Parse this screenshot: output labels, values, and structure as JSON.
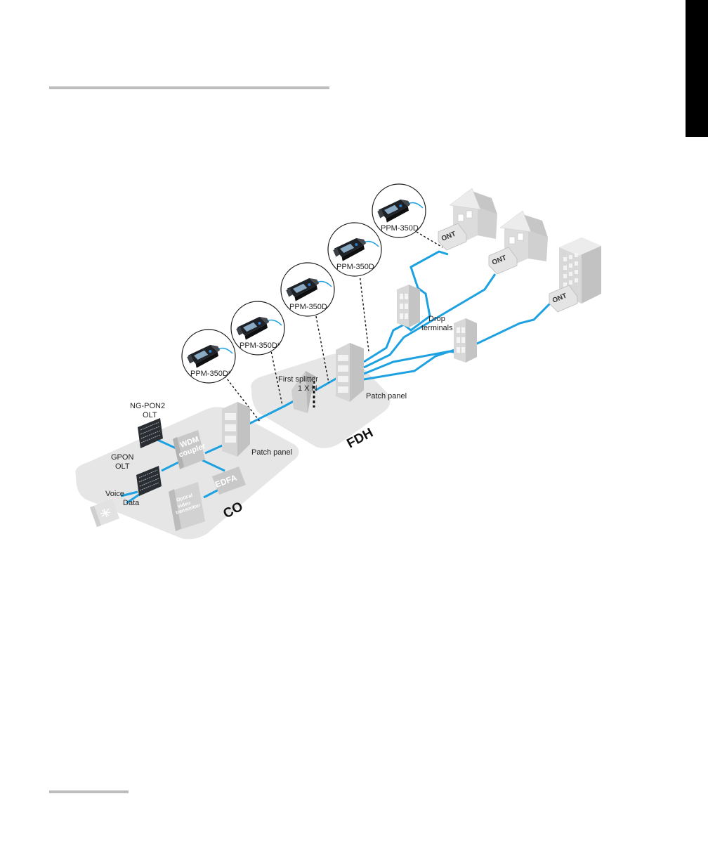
{
  "diagram": {
    "zones": {
      "co": "CO",
      "fdh": "FDH"
    },
    "labels": {
      "ngpon2_olt": [
        "NG-PON2",
        "OLT"
      ],
      "gpon_olt": [
        "GPON",
        "OLT"
      ],
      "voice": "Voice",
      "data": "Data",
      "wdm_coupler": [
        "WDM",
        "coupler"
      ],
      "edfa": "EDFA",
      "video_tx": [
        "Optical",
        "video",
        "transmitter"
      ],
      "patch_panel_co": "Patch panel",
      "patch_panel_fdh": "Patch panel",
      "first_splitter": [
        "First splitter",
        "1 X N"
      ],
      "drop_terminals": [
        "Drop",
        "terminals"
      ],
      "ont": "ONT"
    },
    "meters": [
      "PPM-350D*",
      "PPM-350D*",
      "PPM-350D",
      "PPM-350D",
      "PPM-350D"
    ],
    "colors": {
      "fiber": "#1da1e0",
      "platform": "#e6e6e6",
      "equipment": "#d4d4d4",
      "device": "#2a2e33"
    }
  }
}
